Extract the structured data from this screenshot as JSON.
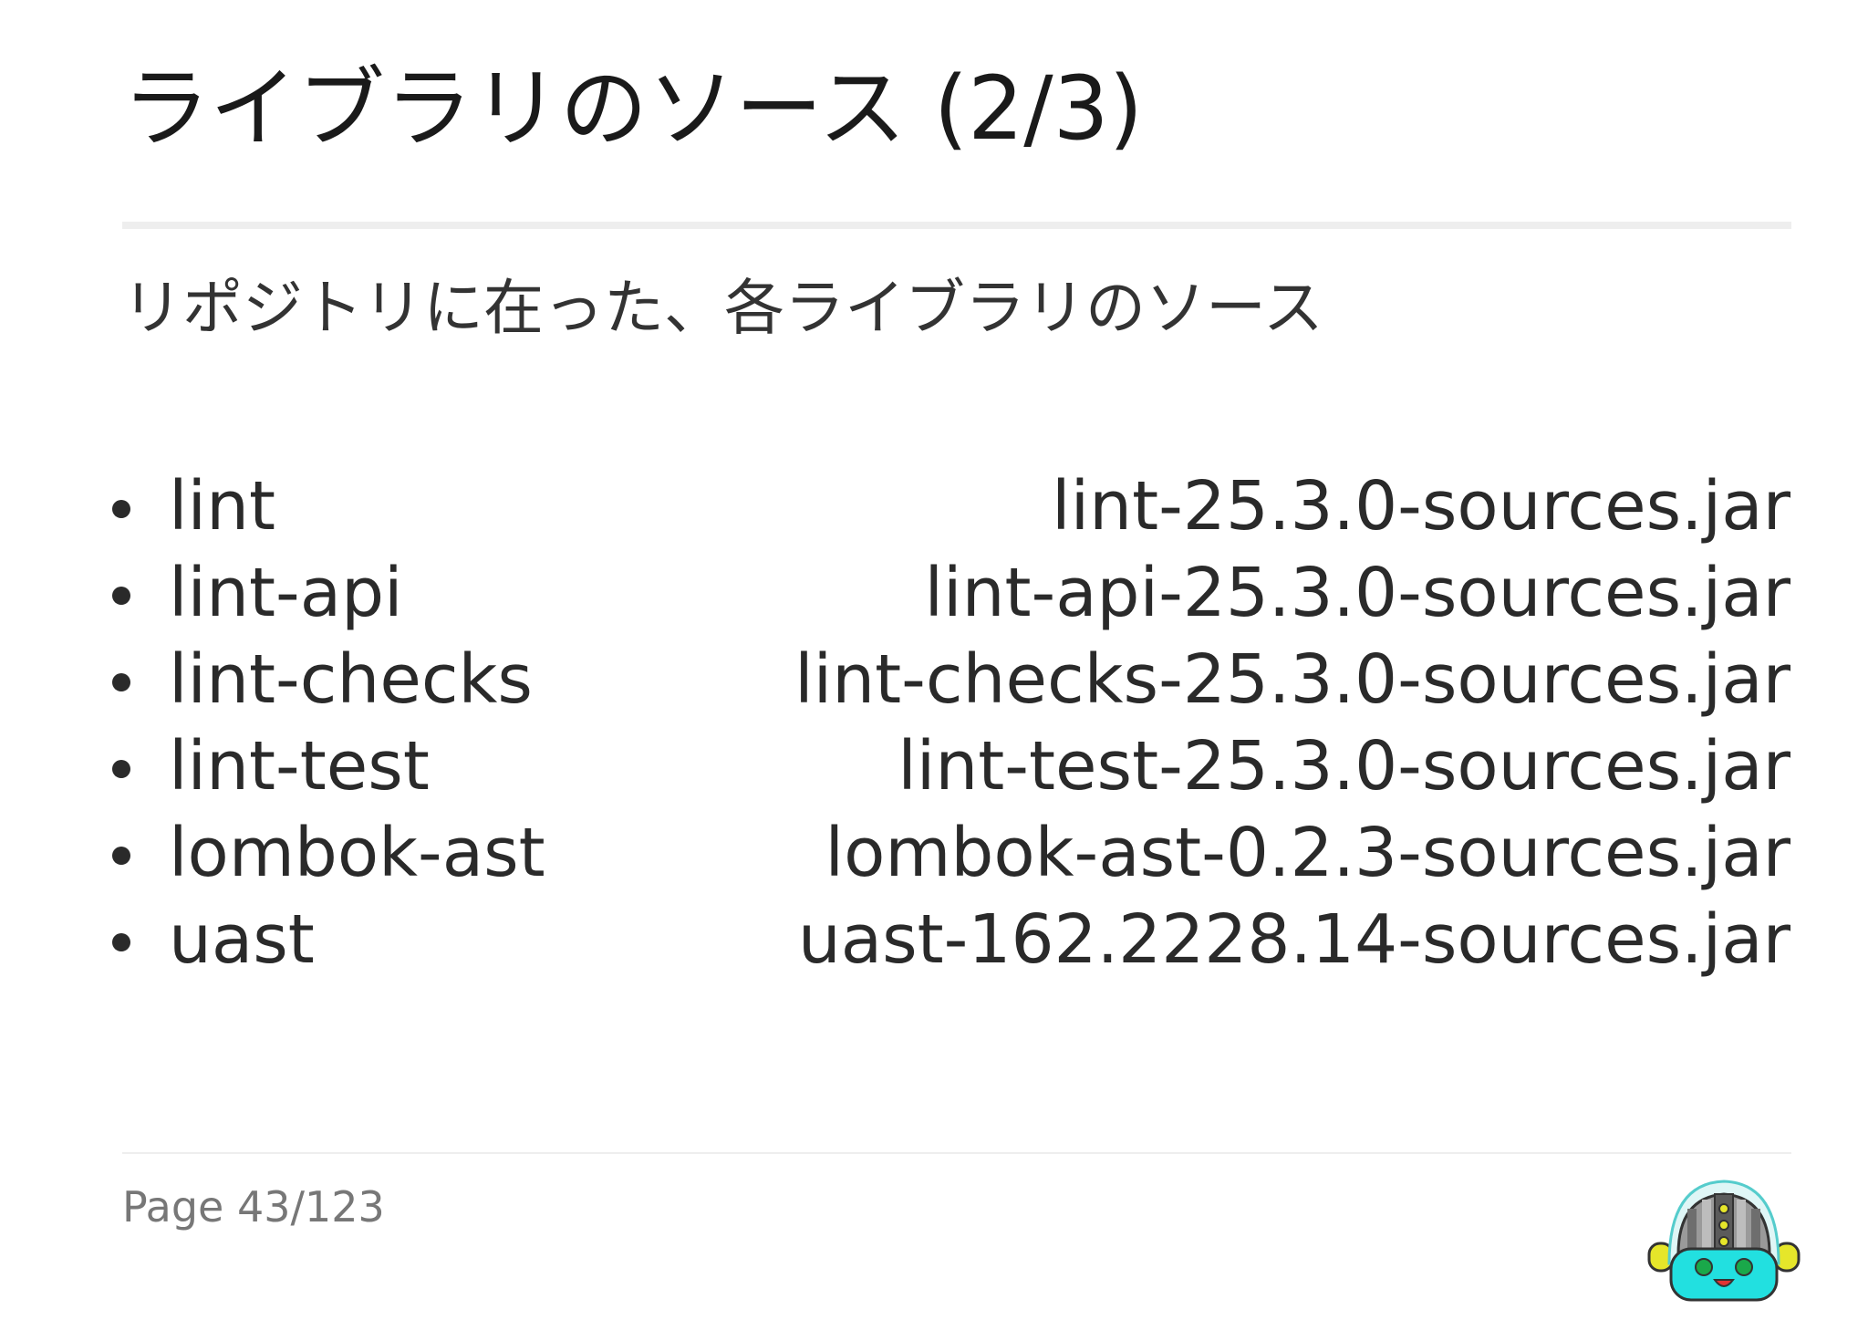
{
  "slide": {
    "title": "ライブラリのソース (2/3)",
    "subtitle": "リポジトリに在った、各ライブラリのソース"
  },
  "libraries": [
    {
      "name": "lint",
      "file": "lint-25.3.0-sources.jar"
    },
    {
      "name": "lint-api",
      "file": "lint-api-25.3.0-sources.jar"
    },
    {
      "name": "lint-checks",
      "file": "lint-checks-25.3.0-sources.jar"
    },
    {
      "name": "lint-test",
      "file": "lint-test-25.3.0-sources.jar"
    },
    {
      "name": "lombok-ast",
      "file": "lombok-ast-0.2.3-sources.jar"
    },
    {
      "name": "uast",
      "file": "uast-162.2228.14-sources.jar"
    }
  ],
  "footer": {
    "page": "Page 43/123",
    "mascot_icon": "robot-mascot-icon"
  },
  "colors": {
    "text": "#2a2a2a",
    "rule": "#eeeeee",
    "footer_text": "#777777",
    "mascot_face": "#22e0e0",
    "mascot_helmet": "#999999",
    "mascot_ears": "#e6e62a"
  }
}
